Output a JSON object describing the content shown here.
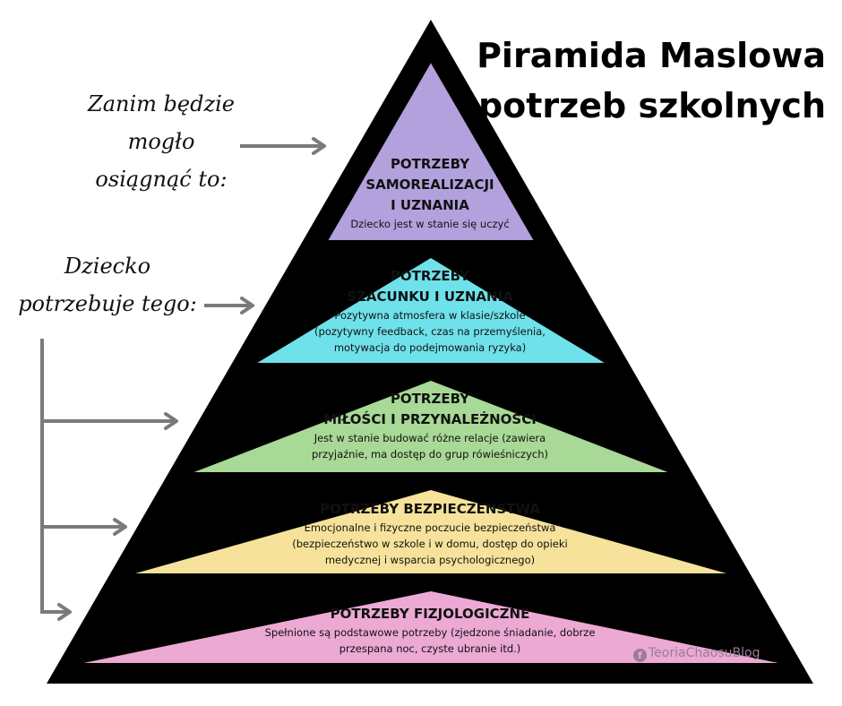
{
  "title": {
    "line1": "Piramida Maslowa",
    "line2": "potrzeb szkolnych"
  },
  "side_labels": {
    "top": {
      "line1": "Zanim będzie mogło",
      "line2": "osiągnąć to:"
    },
    "bottom": {
      "line1": "Dziecko",
      "line2": "potrzebuje tego:"
    }
  },
  "levels": [
    {
      "color": "#b3a1dd",
      "heading": [
        "POTRZEBY",
        "SAMOREALIZACJI",
        "I UZNANIA"
      ],
      "desc": [
        "Dziecko jest w stanie się uczyć"
      ]
    },
    {
      "color": "#6fe1ea",
      "heading": [
        "POTRZEBY",
        "SZACUNKU I UZNANIA"
      ],
      "desc": [
        "Pozytywna atmosfera w klasie/szkole",
        "(pozytywny feedback, czas na przemyślenia,",
        "motywacja do podejmowania ryzyka)"
      ]
    },
    {
      "color": "#a8d996",
      "heading": [
        "POTRZEBY",
        "MIŁOŚCI I PRZYNALEŻNOŚCI"
      ],
      "desc": [
        "Jest w stanie budować różne relacje (zawiera",
        "przyjaźnie, ma dostęp do grup rówieśniczych)"
      ]
    },
    {
      "color": "#f6e29a",
      "heading": [
        "POTRZEBY BEZPIECZEŃSTWA"
      ],
      "desc": [
        "Emocjonalne i fizyczne poczucie bezpieczeństwa",
        "(bezpieczeństwo w szkole i w domu, dostęp do opieki",
        "medycznej i wsparcia psychologicznego)"
      ]
    },
    {
      "color": "#eba9d4",
      "heading": [
        "POTRZEBY FIZJOLOGICZNE"
      ],
      "desc": [
        "Spełnione są podstawowe potrzeby (zjedzone śniadanie, dobrze",
        "przespana noc, czyste ubranie itd.)"
      ]
    }
  ],
  "watermark": {
    "icon": "facebook-icon",
    "text": "TeoriaChaosuBlog"
  },
  "colors": {
    "outline": "#000000",
    "arrow": "#7a7a7a"
  }
}
